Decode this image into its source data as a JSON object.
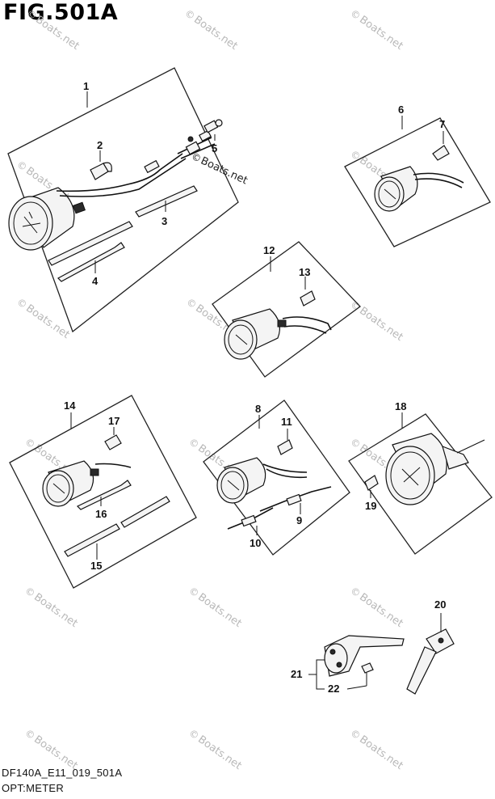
{
  "figure": {
    "title": "FIG.501A",
    "code": "DF140A_E11_019_501A",
    "caption": "OPT:METER"
  },
  "watermark": {
    "text": "Boats.net",
    "symbol": "©"
  },
  "callouts": [
    "1",
    "2",
    "3",
    "4",
    "5",
    "6",
    "7",
    "8",
    "9",
    "10",
    "11",
    "12",
    "13",
    "14",
    "15",
    "16",
    "17",
    "18",
    "19",
    "20",
    "21",
    "22"
  ]
}
